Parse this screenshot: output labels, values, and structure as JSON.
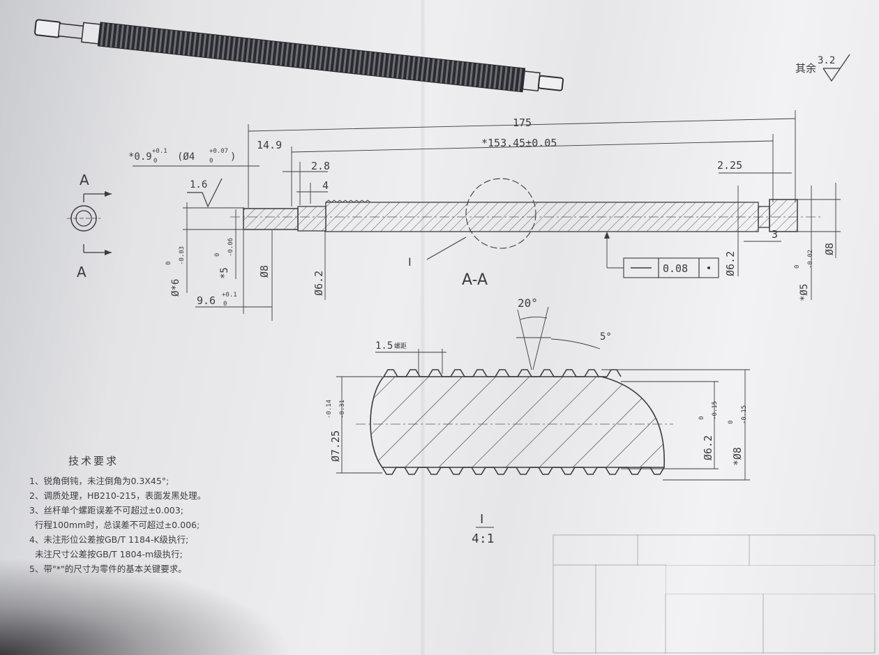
{
  "drawing": {
    "roughness_note": {
      "prefix": "其余",
      "value": "3.2"
    },
    "section_mark": "A",
    "section_view_label": "A-A",
    "detail": {
      "label": "I",
      "scale": "4:1"
    },
    "dimensions": {
      "overall_length": "175",
      "thread_length": "*153.45±0.05",
      "shoulder_len": "14.9",
      "groove_len": "2.8",
      "step_len": "4",
      "right_step": "2.25",
      "right_groove": "3",
      "left_groove_width": "*0.9",
      "left_groove_width_tol_upper": "+0.1",
      "left_groove_width_tol_lower": "0",
      "left_groove_dia": "(Ø4",
      "left_groove_dia_tol_upper": "+0.07",
      "left_groove_dia_tol_lower": "0",
      "left_groove_dia_close": ")",
      "surface_roughness": "1.6",
      "end_dia": "Ø*6",
      "end_dia_tol_upper": "0",
      "end_dia_tol_lower": "-0.03",
      "journal_dia": "*5",
      "journal_dia_tol_upper": "0",
      "journal_dia_tol_lower": "-0.06",
      "shoulder_dia": "Ø8",
      "root_dia_left": "Ø6.2",
      "end_len": "9.6",
      "end_len_tol_upper": "+0.1",
      "end_len_tol_lower": "0",
      "runout_value": "0.08",
      "root_dia_right": "Ø6.2",
      "right_journal": "*Ø5",
      "right_journal_tol_upper": "0",
      "right_journal_tol_lower": "-0.02",
      "right_dia": "Ø8",
      "thread_angle": "20°",
      "helix_angle": "5°",
      "pitch": "1.5",
      "pitch_suffix": "螺距",
      "detail_mid_dia": "Ø7.25",
      "detail_mid_tol_upper": "-0.14",
      "detail_mid_tol_lower": "-0.31",
      "detail_root_dia": "Ø6.2",
      "detail_root_tol_upper": "0",
      "detail_root_tol_lower": "-0.15",
      "detail_major_dia": "*Ø8",
      "detail_major_tol_upper": "0",
      "detail_major_tol_lower": "-0.15"
    }
  },
  "technical_requirements": {
    "title": "技术要求",
    "items": [
      "1、锐角倒钝，未注倒角为0.3X45°;",
      "2、调质处理，HB210-215，表面发黑处理。",
      "3、丝杆单个螺距误差不可超过±0.003;",
      "   行程100mm时，总误差不可超过±0.006;",
      "4、未注形位公差按GB/T 1184-K级执行;",
      "   未注尺寸公差按GB/T 1804-m级执行;",
      "5、带\"*\"的尺寸为零件的基本关键要求。"
    ]
  }
}
